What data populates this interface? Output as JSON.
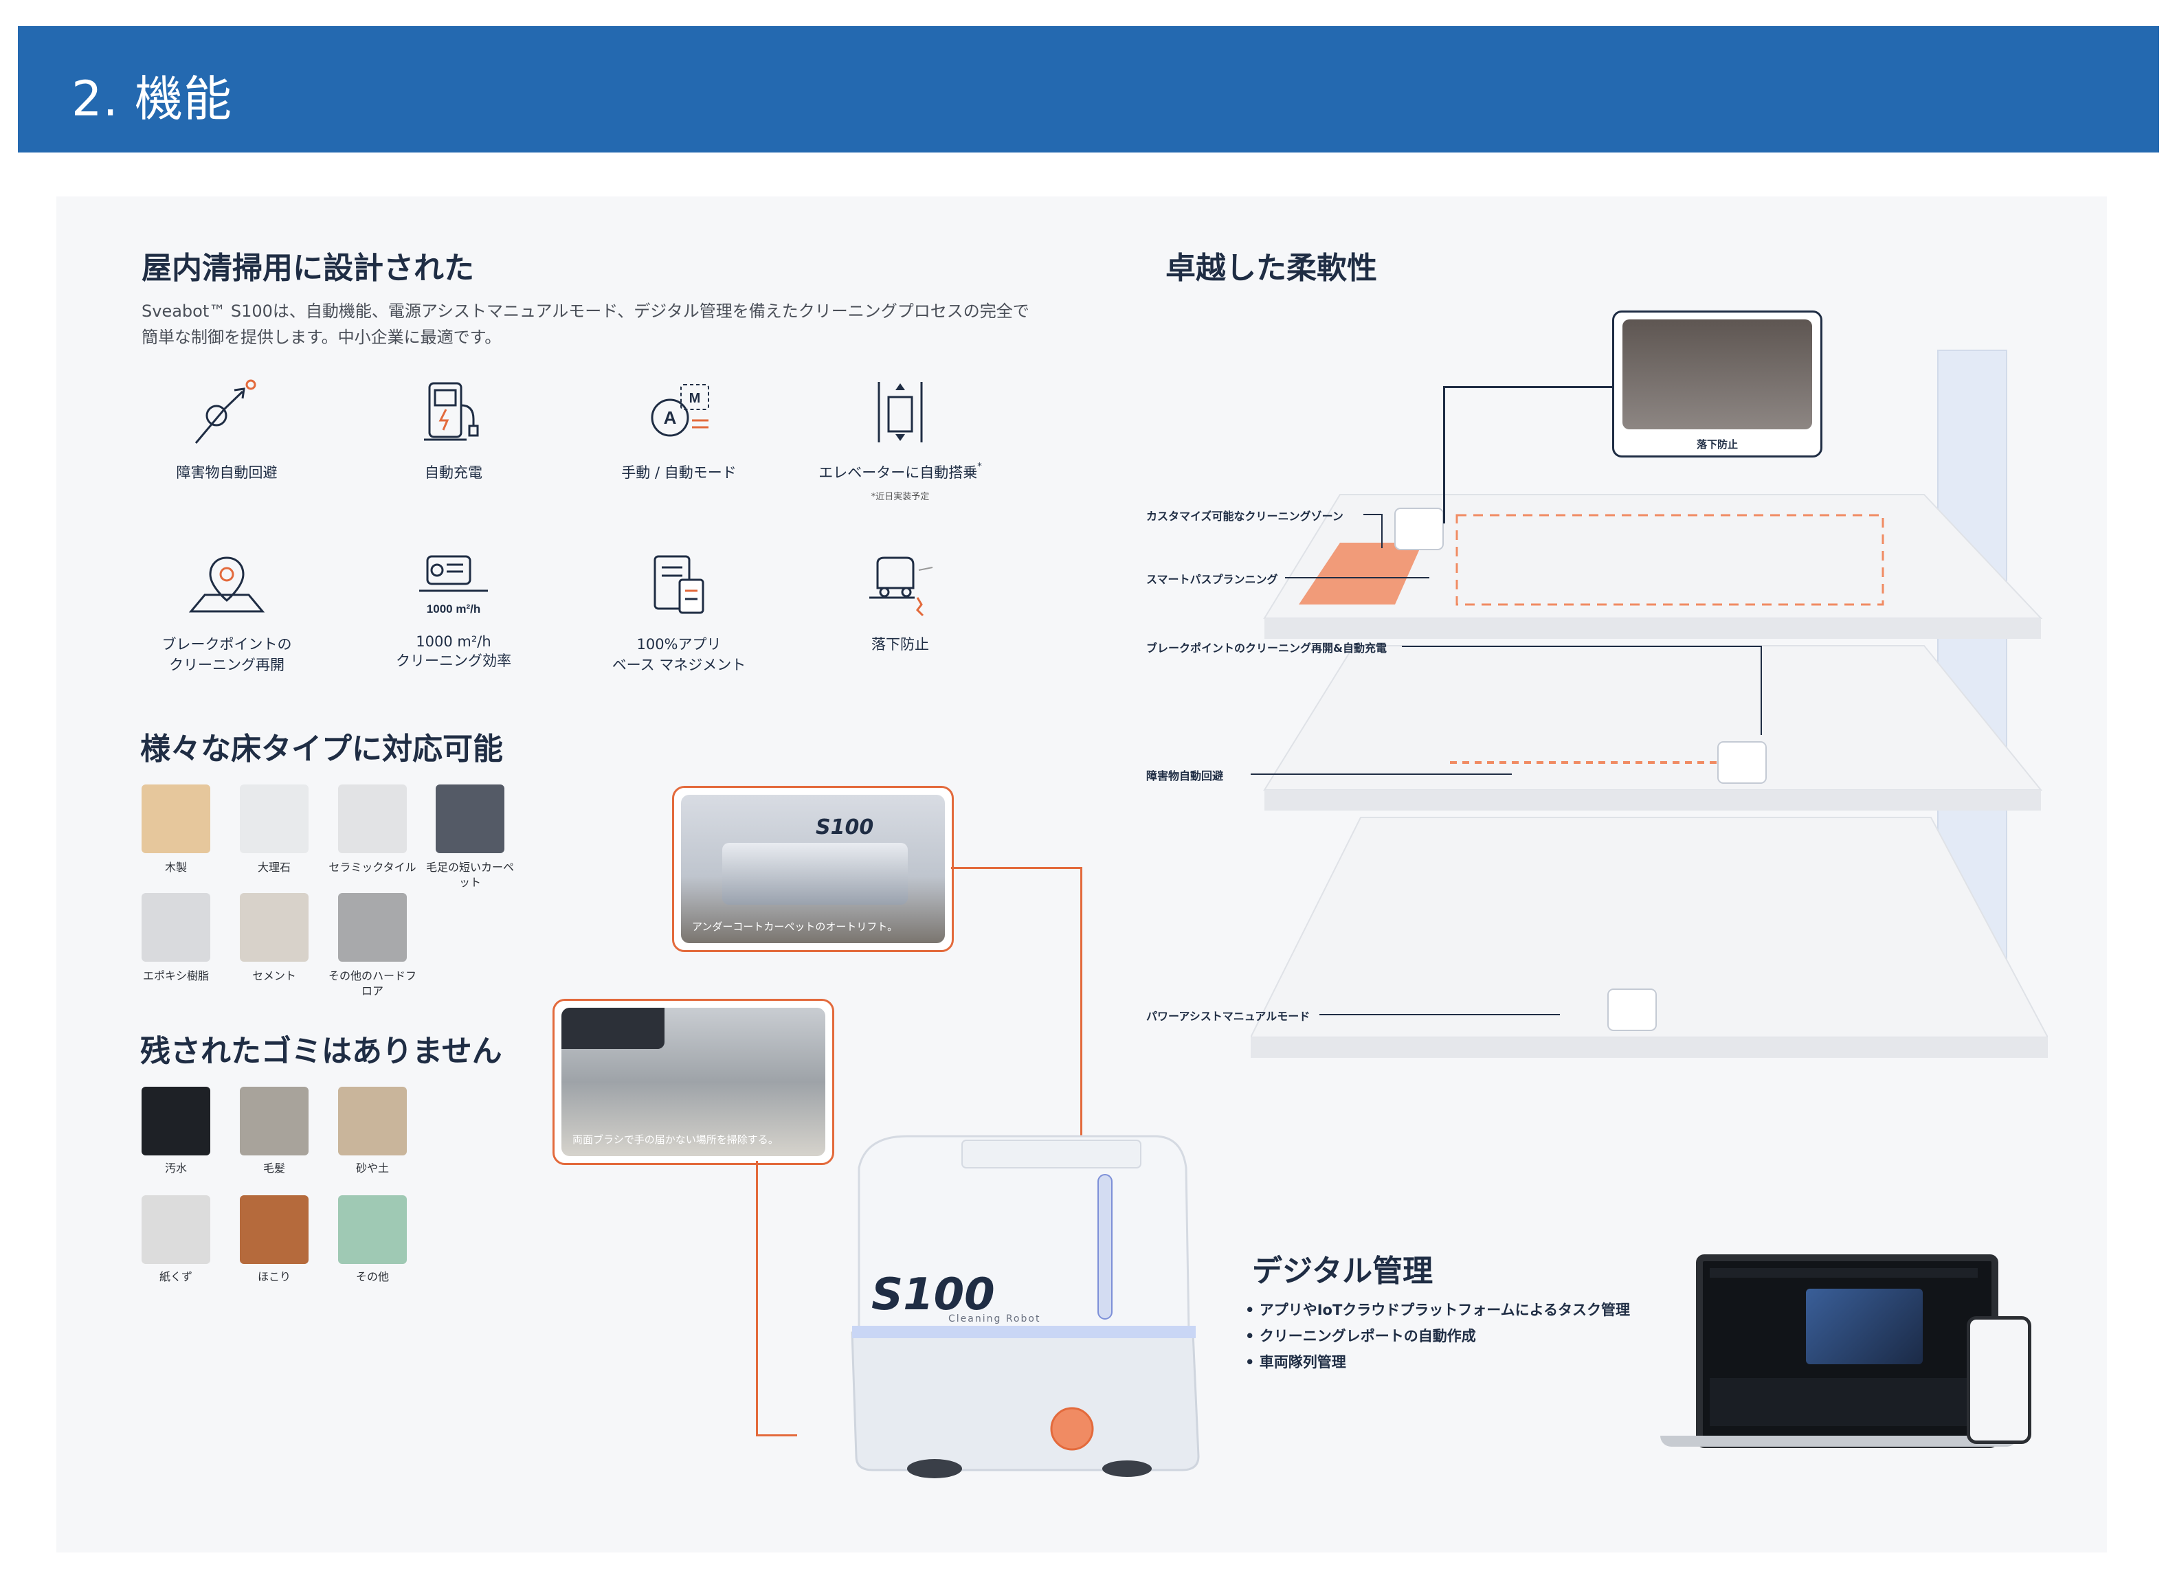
{
  "header": {
    "title": "2. 機能"
  },
  "indoor": {
    "heading": "屋内清掃用に設計された",
    "description": "Sveabot™ S100は、自動機能、電源アシストマニュアルモード、デジタル管理を備えたクリーニングプロセスの完全で簡単な制御を提供します。中小企業に最適です。"
  },
  "features": [
    {
      "icon": "obstacle-avoid-icon",
      "label": "障害物自動回避"
    },
    {
      "icon": "charging-station-icon",
      "label": "自動充電"
    },
    {
      "icon": "manual-auto-mode-icon",
      "label": "手動 / 自動モード"
    },
    {
      "icon": "elevator-icon",
      "label": "エレベーターに自動搭乗",
      "sup": "*",
      "note": "*近日実装予定"
    },
    {
      "icon": "breakpoint-location-icon",
      "label1": "ブレークポイントの",
      "label2": "クリーニング再開"
    },
    {
      "icon": "efficiency-icon",
      "icon_text": "1000 m²/h",
      "label1": "1000 m²/h",
      "label2": "クリーニング効率"
    },
    {
      "icon": "app-management-icon",
      "label1": "100%アプリ",
      "label2": "ベース マネジメント"
    },
    {
      "icon": "fall-prevention-icon",
      "label": "落下防止"
    }
  ],
  "floors": {
    "heading": "様々な床タイプに対応可能",
    "items": [
      {
        "label": "木製",
        "color": "#e6c79c"
      },
      {
        "label": "大理石",
        "color": "#e8eaec"
      },
      {
        "label": "セラミックタイル",
        "color": "#e2e3e5"
      },
      {
        "label": "毛足の短いカーペット",
        "color": "#545a66"
      },
      {
        "label": "エポキシ樹脂",
        "color": "#d9dadd"
      },
      {
        "label": "セメント",
        "color": "#d8d2ca"
      },
      {
        "label": "その他のハードフロア",
        "color": "#a8a9ab"
      }
    ]
  },
  "debris": {
    "heading": "残されたゴミはありません",
    "items": [
      {
        "label": "汚水",
        "color": "#1e2126"
      },
      {
        "label": "毛髪",
        "color": "#a8a39b"
      },
      {
        "label": "砂や土",
        "color": "#c9b59b"
      },
      {
        "label": "紙くず",
        "color": "#dcdcdc"
      },
      {
        "label": "ほこり",
        "color": "#b56a3c"
      },
      {
        "label": "その他",
        "color": "#9fc9b4"
      }
    ]
  },
  "photos": {
    "carpet_brand": "S100",
    "carpet_caption": "アンダーコートカーペットのオートリフト。",
    "brush_caption": "両面ブラシで手の届かない場所を掃除する。"
  },
  "robot": {
    "model": "S100",
    "sub": "Cleaning Robot"
  },
  "flexibility": {
    "heading": "卓越した柔軟性",
    "fall_label": "落下防止",
    "labels": [
      "カスタマイズ可能なクリーニングゾーン",
      "スマートパスプランニング",
      "ブレークポイントのクリーニング再開&自動充電",
      "障害物自動回避",
      "パワーアシストマニュアルモード"
    ]
  },
  "digital": {
    "heading": "デジタル管理",
    "bullets": [
      "アプリやIoTクラウドプラットフォームによるタスク管理",
      "クリーニングレポートの自動作成",
      "車両隊列管理"
    ]
  },
  "colors": {
    "header": "#2469b0",
    "accent": "#e36a3c",
    "text": "#1f2d44"
  }
}
